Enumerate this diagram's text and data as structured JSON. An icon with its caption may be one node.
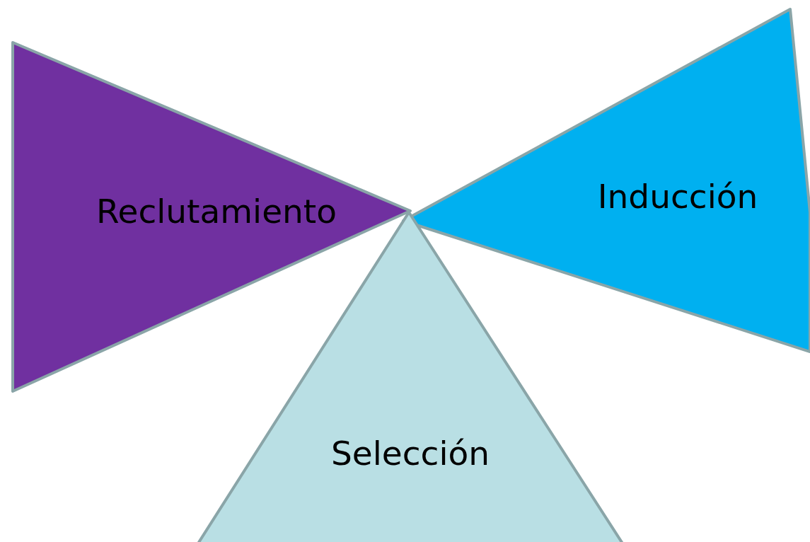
{
  "diagram": {
    "nodes": [
      {
        "text": [
          "Reclutamiento"
        ]
      },
      {
        "text": [
          "Inducción"
        ]
      },
      {
        "text": [
          "Selección"
        ]
      }
    ]
  }
}
